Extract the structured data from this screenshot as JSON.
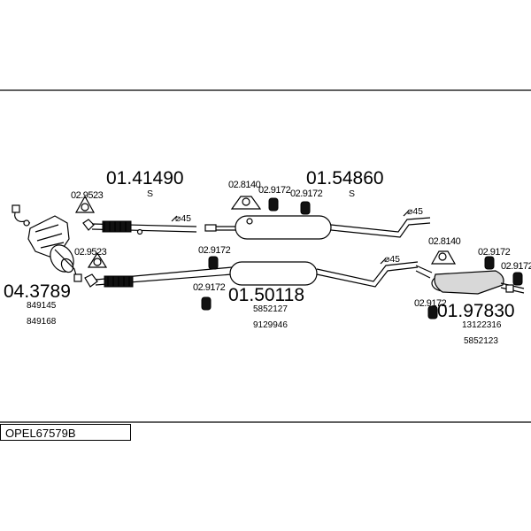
{
  "diagram": {
    "parts": [
      {
        "number": "01.41490",
        "note": "S"
      },
      {
        "number": "01.54860",
        "note": "S"
      },
      {
        "number": "04.3789",
        "refs": [
          "849145",
          "849168"
        ]
      },
      {
        "number": "01.50118",
        "refs": [
          "5852127",
          "9129946"
        ]
      },
      {
        "number": "01.97830",
        "refs": [
          "13122316",
          "5852123"
        ]
      }
    ],
    "fittings": {
      "gasket": "02.9523",
      "hanger": "02.9172",
      "mount": "02.8140"
    },
    "diameter_label": "⌀45"
  },
  "catalog_code": "OPEL67579B"
}
